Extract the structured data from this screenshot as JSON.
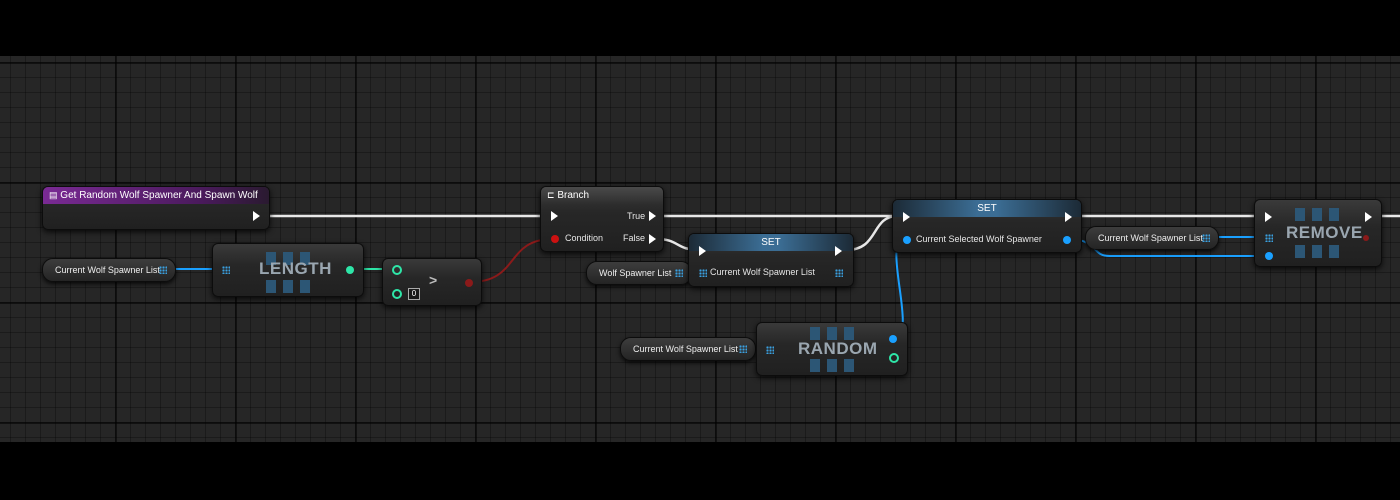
{
  "event": {
    "title": "Get Random Wolf Spawner And Spawn Wolf"
  },
  "vars": {
    "current_wolf_spawner_list": "Current Wolf Spawner List",
    "wolf_spawner_list": "Wolf Spawner List"
  },
  "length": {
    "title": "LENGTH"
  },
  "compare": {
    "operator": ">",
    "value": "0"
  },
  "branch": {
    "title": "Branch",
    "condition": "Condition",
    "true_label": "True",
    "false_label": "False"
  },
  "set_list": {
    "title": "SET",
    "pin": "Current Wolf Spawner List"
  },
  "random": {
    "title": "RANDOM"
  },
  "set_selected": {
    "title": "SET",
    "pin": "Current Selected Wolf Spawner"
  },
  "remove": {
    "title": "REMOVE"
  },
  "colors": {
    "exec": "#ffffff",
    "object": "#1aa0ff",
    "int": "#2ee6a8",
    "bool": "#8b1a1a",
    "event": "#7a2a94"
  },
  "icons": {
    "event": "function-icon",
    "branch": "branch-icon",
    "array": "array-grid-icon"
  }
}
